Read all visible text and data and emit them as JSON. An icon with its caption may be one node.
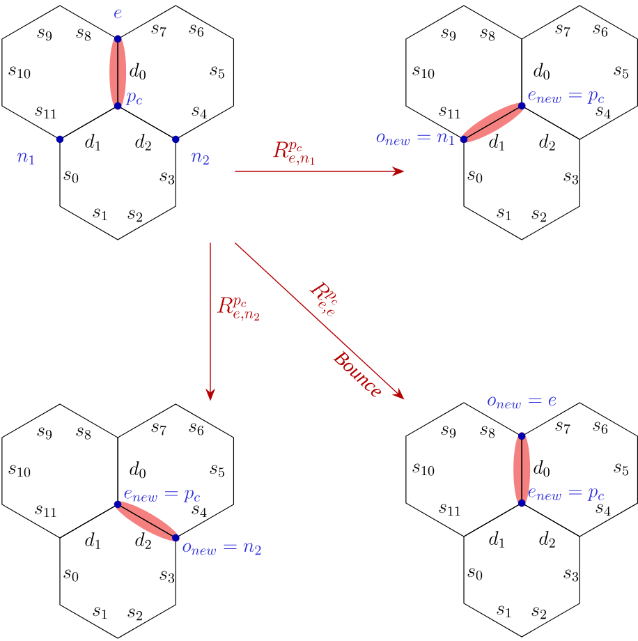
{
  "diagram": {
    "nodes": [
      {
        "text": [
          "e",
          "s_9",
          "s_8",
          "s_7",
          "s_6",
          "s_{10}",
          "d_0",
          "s_5",
          "p_c",
          "s_{11}",
          "s_4",
          "n_1",
          "d_1",
          "d_2",
          "n_2",
          "s_0",
          "s_3",
          "s_1",
          "s_2"
        ]
      },
      {
        "text": [
          "s_9",
          "s_8",
          "s_7",
          "s_6",
          "s_{10}",
          "d_0",
          "s_5",
          "e_{new} = p_c",
          "s_{11}",
          "s_4",
          "o_{new} = n_1",
          "d_1",
          "d_2",
          "s_0",
          "s_3",
          "s_1",
          "s_2"
        ]
      },
      {
        "text": [
          "s_9",
          "s_8",
          "s_7",
          "s_6",
          "s_{10}",
          "d_0",
          "s_5",
          "e_{new} = p_c",
          "s_{11}",
          "s_4",
          "d_1",
          "d_2",
          "o_{new} = n_2",
          "s_0",
          "s_3",
          "s_1",
          "s_2"
        ]
      },
      {
        "text": [
          "o_{new} = e",
          "s_9",
          "s_8",
          "s_7",
          "s_6",
          "s_{10}",
          "d_0",
          "s_5",
          "e_{new} = p_c",
          "s_{11}",
          "s_4",
          "d_1",
          "d_2",
          "s_0",
          "s_3",
          "s_1",
          "s_2"
        ]
      }
    ],
    "edges": [
      {
        "from": 0,
        "to": 1,
        "arrow": "to",
        "label": "R_{e,n_1}^{p_c}"
      },
      {
        "from": 0,
        "to": 2,
        "arrow": "to",
        "label": "R_{e,n_2}^{p_c}"
      },
      {
        "from": 0,
        "to": 3,
        "arrow": "to",
        "label": "R_{e,e}^{p_c}"
      }
    ],
    "labels": [
      "Bounce"
    ]
  }
}
